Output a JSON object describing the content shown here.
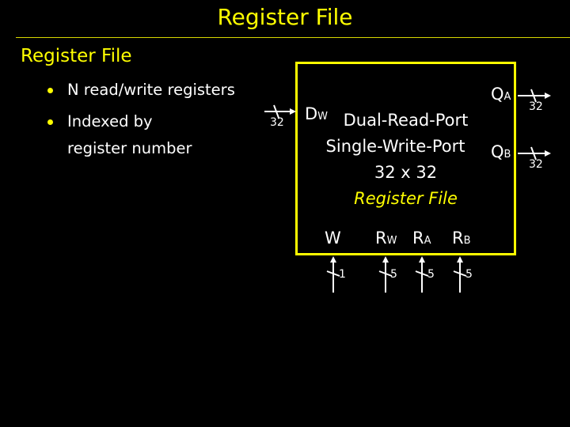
{
  "slide": {
    "title": "Register File",
    "subtitle": "Register File",
    "bullets": [
      "N read/write registers",
      "Indexed by",
      "register number"
    ]
  },
  "diagram": {
    "box_lines": [
      "Dual-Read-Port",
      "Single-Write-Port",
      "32 x 32",
      "Register File"
    ],
    "ports": {
      "dw_main": "D",
      "dw_sub": "W",
      "qa_main": "Q",
      "qa_sub": "A",
      "qb_main": "Q",
      "qb_sub": "B",
      "w": "W",
      "rw_main": "R",
      "rw_sub": "W",
      "ra_main": "R",
      "ra_sub": "A",
      "rb_main": "R",
      "rb_sub": "B"
    },
    "bus_widths": {
      "dw": "32",
      "qa": "32",
      "qb": "32",
      "w": "1",
      "rw": "5",
      "ra": "5",
      "rb": "5"
    }
  },
  "colors": {
    "background": "#000000",
    "accent": "#ffff00",
    "text": "#ffffff"
  }
}
